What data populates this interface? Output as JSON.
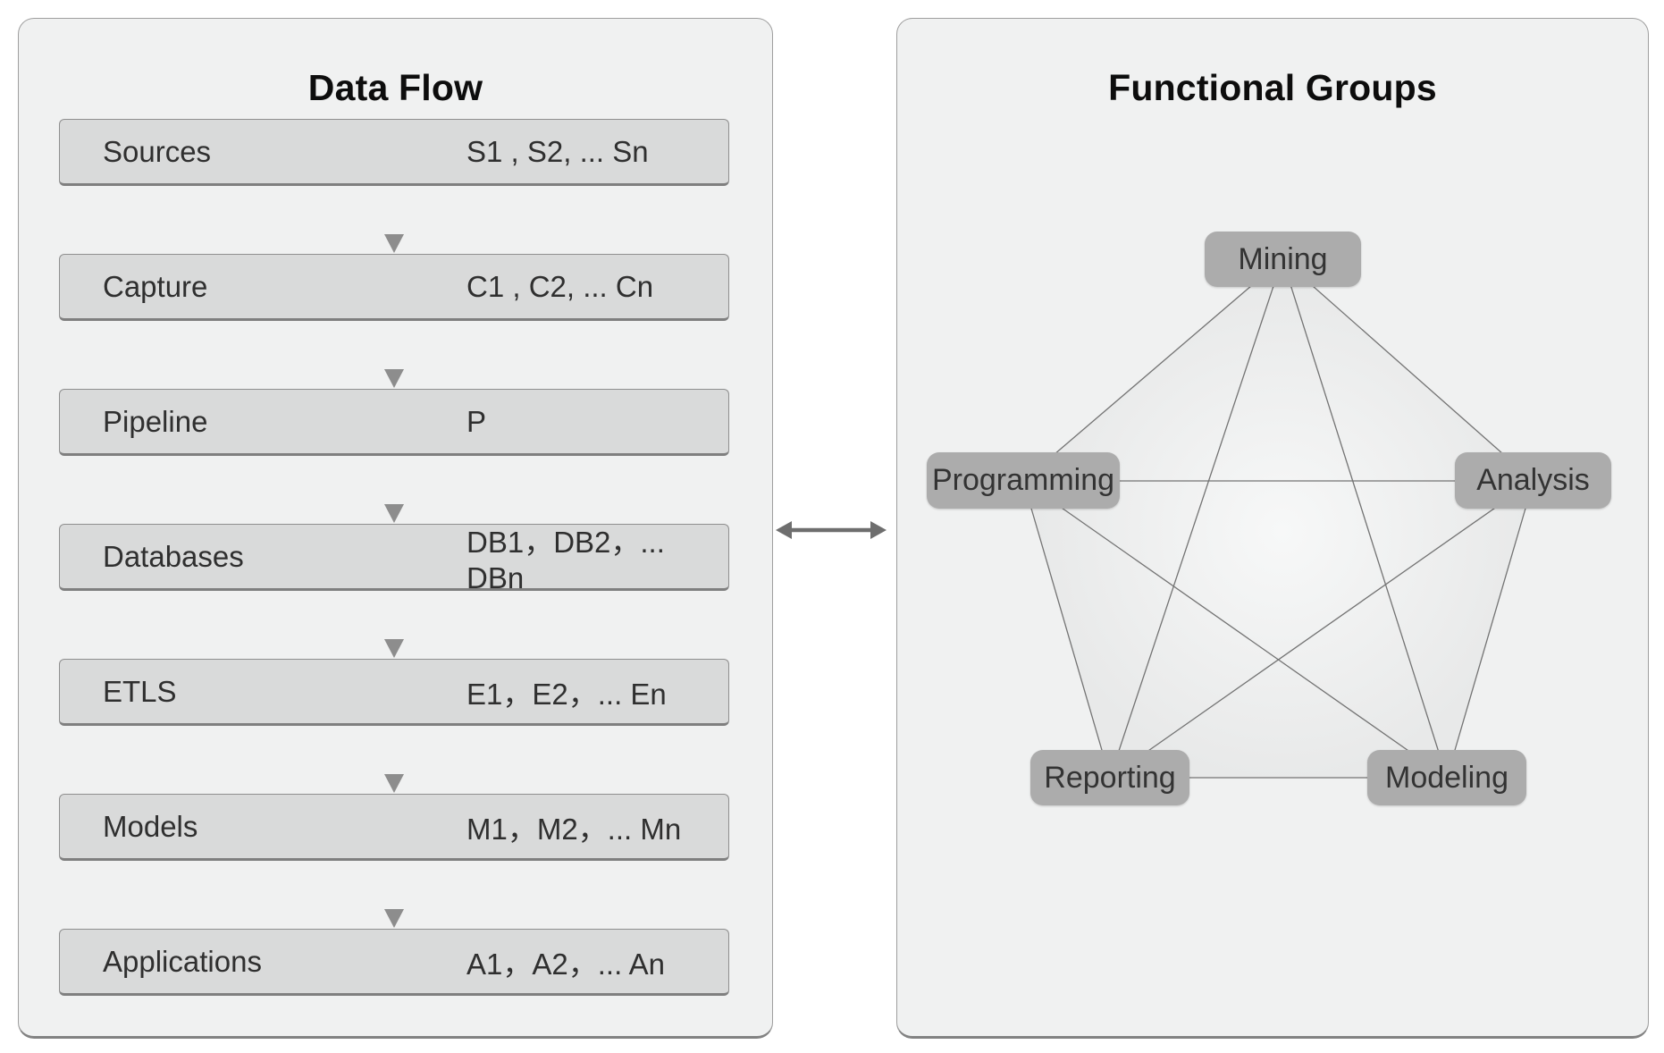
{
  "left_panel": {
    "title": "Data Flow",
    "rows": [
      {
        "label": "Sources",
        "value": "S1 , S2, ... Sn"
      },
      {
        "label": "Capture",
        "value": "C1 , C2, ... Cn"
      },
      {
        "label": "Pipeline",
        "value": "P"
      },
      {
        "label": "Databases",
        "value": "DB1，DB2，... DBn"
      },
      {
        "label": "ETLS",
        "value": "E1，E2，... En"
      },
      {
        "label": "Models",
        "value": "M1，M2，... Mn"
      },
      {
        "label": "Applications",
        "value": "A1，A2，... An"
      }
    ],
    "flow_direction": "top-to-bottom"
  },
  "right_panel": {
    "title": "Functional Groups",
    "nodes": [
      {
        "label": "Mining"
      },
      {
        "label": "Programming"
      },
      {
        "label": "Analysis"
      },
      {
        "label": "Reporting"
      },
      {
        "label": "Modeling"
      }
    ],
    "edges": [
      [
        "Mining",
        "Programming"
      ],
      [
        "Mining",
        "Analysis"
      ],
      [
        "Mining",
        "Reporting"
      ],
      [
        "Mining",
        "Modeling"
      ],
      [
        "Programming",
        "Analysis"
      ],
      [
        "Programming",
        "Reporting"
      ],
      [
        "Programming",
        "Modeling"
      ],
      [
        "Analysis",
        "Reporting"
      ],
      [
        "Analysis",
        "Modeling"
      ],
      [
        "Reporting",
        "Modeling"
      ]
    ],
    "graph_type": "complete-graph-pentagon"
  },
  "connector": {
    "type": "double-headed-arrow",
    "meaning": "bidirectional link between Data Flow and Functional Groups"
  },
  "colors": {
    "page_bg": "#ffffff",
    "panel_bg": "#f0f1f1",
    "panel_border": "#9e9e9e",
    "row_fill": "#d9dada",
    "row_border": "#8f8f8f",
    "node_fill": "#acacac",
    "node_text": "#333333",
    "edge_line": "#737373",
    "flow_arrow": "#8d8d8d",
    "connector_arrow": "#6e6e6e",
    "title_text": "#0d0d0d",
    "pentagon_fill_center": "#f7f8f8",
    "pentagon_fill_edge": "#e8e9e9"
  }
}
